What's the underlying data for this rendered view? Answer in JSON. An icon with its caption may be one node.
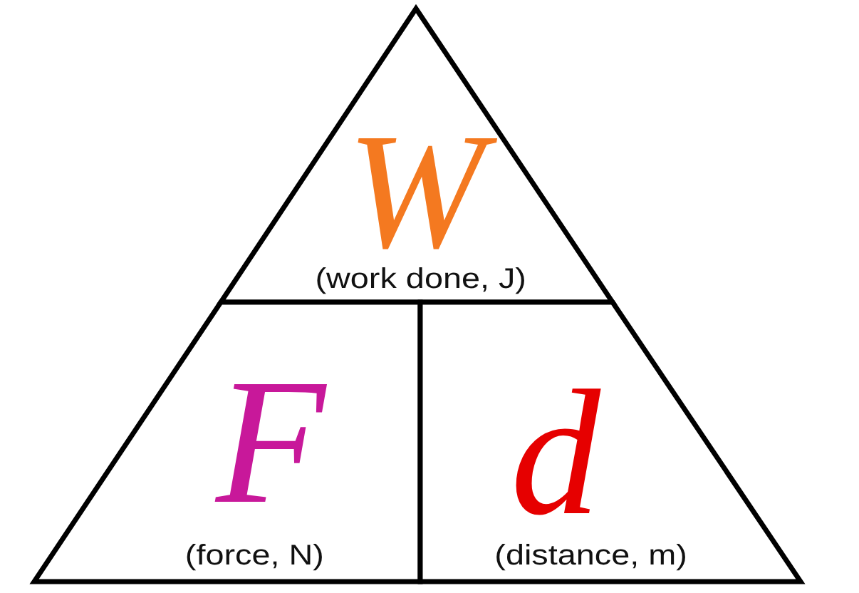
{
  "diagram": {
    "nodes": [
      {
        "text": [
          "W",
          "(work done, J)"
        ]
      },
      {
        "text": [
          "F",
          "(force, N)"
        ]
      },
      {
        "text": [
          "d",
          "(distance, m)"
        ]
      }
    ]
  }
}
